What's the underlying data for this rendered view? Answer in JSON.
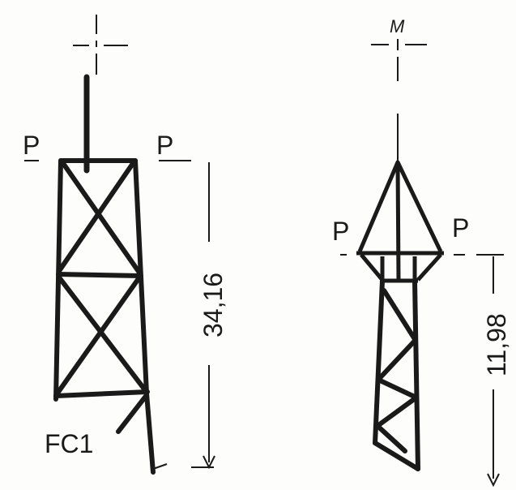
{
  "left_tower": {
    "label_left": "P",
    "label_right": "P",
    "height": "34,16",
    "base_label": "FC1"
  },
  "right_tower": {
    "top_mark": "M",
    "label_left": "P",
    "label_right": "P",
    "height": "11,98"
  },
  "colors": {
    "ink": "#1a1a1a",
    "paper": "#fdfdfb"
  }
}
